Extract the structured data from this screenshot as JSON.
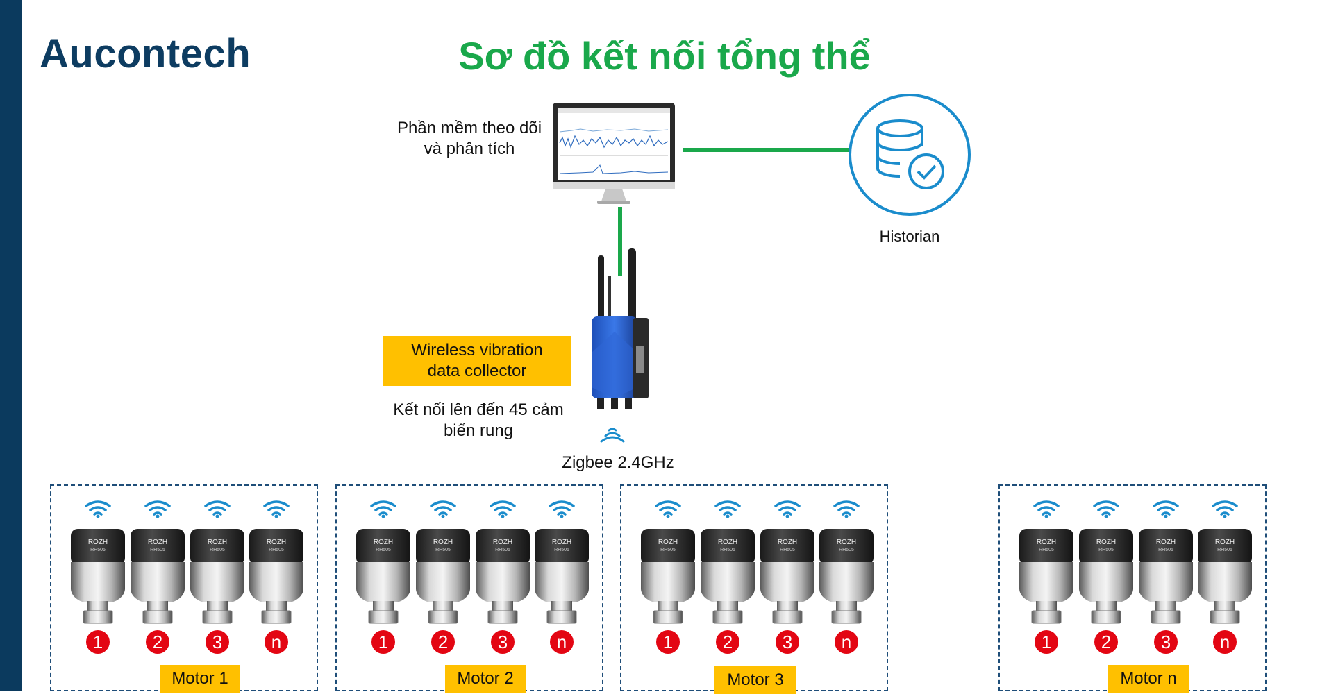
{
  "brand": "Aucontech",
  "title": "Sơ đồ kết nối tổng thể",
  "software_label_line1": "Phần mềm theo dõi",
  "software_label_line2": "và phân tích",
  "historian_label": "Historian",
  "collector_box_line1": "Wireless vibration",
  "collector_box_line2": "data collector",
  "collector_note_line1": "Kết nối lên đến 45 cảm",
  "collector_note_line2": "biến rung",
  "protocol_label": "Zigbee 2.4GHz",
  "sensor_brand": "ROZH",
  "sensor_model": "RH505",
  "colors": {
    "sidebar": "#0b3a5e",
    "title": "#1aa84b",
    "link": "#1aa84b",
    "highlight": "#ffc000",
    "badge": "#e30613",
    "wifi": "#1a8ccc",
    "group_border": "#1f4e79"
  },
  "groups": [
    {
      "motor": "Motor 1",
      "sensors": [
        "1",
        "2",
        "3",
        "n"
      ]
    },
    {
      "motor": "Motor 2",
      "sensors": [
        "1",
        "2",
        "3",
        "n"
      ]
    },
    {
      "motor": "Motor 3",
      "sensors": [
        "1",
        "2",
        "3",
        "n"
      ]
    },
    {
      "motor": "Motor n",
      "sensors": [
        "1",
        "2",
        "3",
        "n"
      ]
    }
  ]
}
